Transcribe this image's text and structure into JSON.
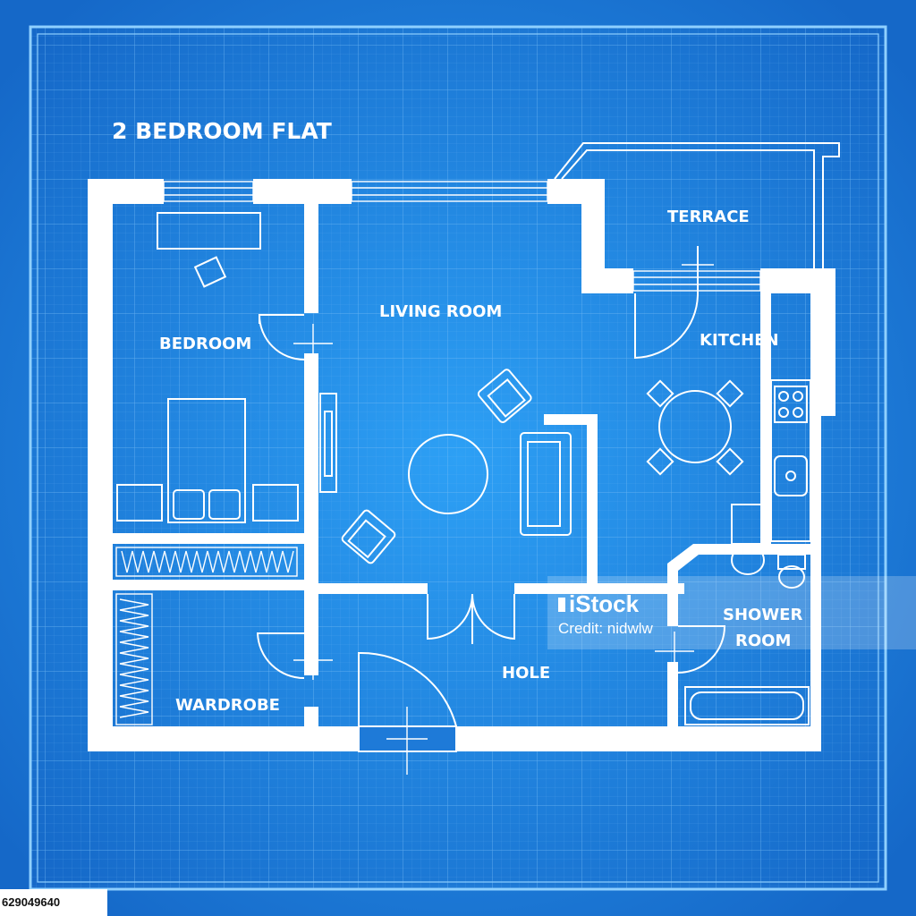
{
  "colors": {
    "background": "#1e7ad8",
    "background_center": "#2a96f0",
    "grid_line": "#5aa9f0",
    "wall": "#ffffff",
    "frame": "#7cc4ff"
  },
  "diagram": {
    "title": "2 BEDROOM FLAT",
    "rooms": {
      "terrace": "TERRACE",
      "living_room": "LIVING ROOM",
      "bedroom": "BEDROOM",
      "kitchen": "KITCHEN",
      "wardrobe": "WARDROBE",
      "hole": "HOLE",
      "shower_room_line1": "SHOWER",
      "shower_room_line2": "ROOM"
    }
  },
  "watermark": {
    "brand": "iStock",
    "credit": "Credit: nidwlw",
    "icon": "istock-logo-icon"
  },
  "stock_id": "629049640"
}
